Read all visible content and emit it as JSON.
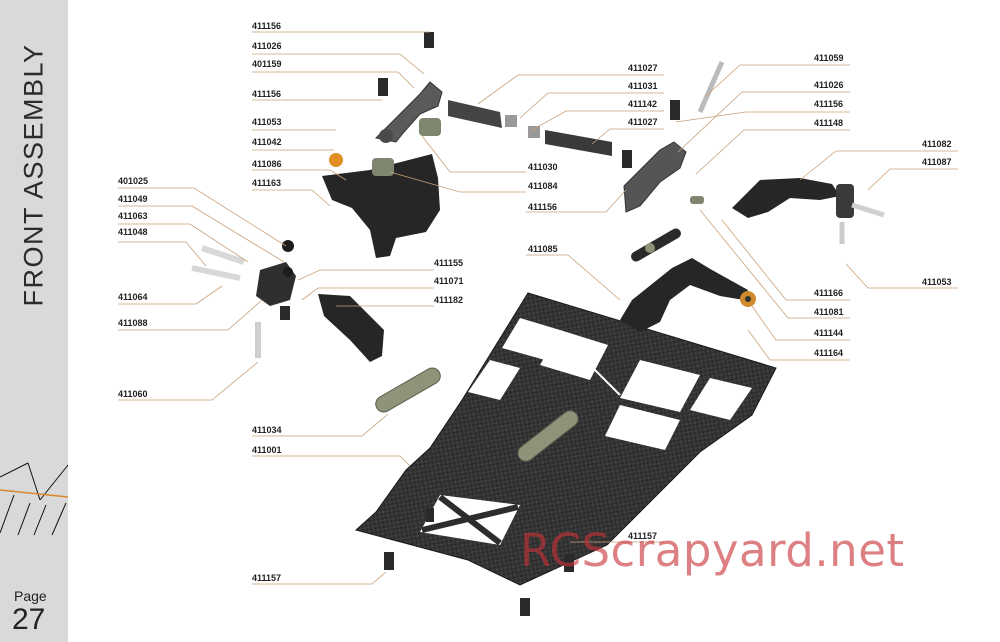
{
  "section_title": "FRONT ASSEMBLY",
  "page": {
    "label": "Page",
    "number": "27"
  },
  "watermark": "RCScrapyard.net",
  "colors": {
    "sidebar": "#d9d9d9",
    "accent": "#d9862c",
    "leader": "#c9a07a",
    "carbon": "#2a2a2a",
    "watermark": "#c83237"
  },
  "parts": [
    "411156",
    "411026",
    "401159",
    "411156",
    "411053",
    "411042",
    "411086",
    "411163",
    "401025",
    "411049",
    "411063",
    "411048",
    "411064",
    "411088",
    "411060",
    "411155",
    "411071",
    "411182",
    "411034",
    "411001",
    "411157",
    "411157",
    "411027",
    "411031",
    "411142",
    "411027",
    "411030",
    "411084",
    "411156",
    "411085",
    "411059",
    "411026",
    "411156",
    "411148",
    "411082",
    "411087",
    "411053",
    "411166",
    "411081",
    "411144",
    "411164"
  ]
}
